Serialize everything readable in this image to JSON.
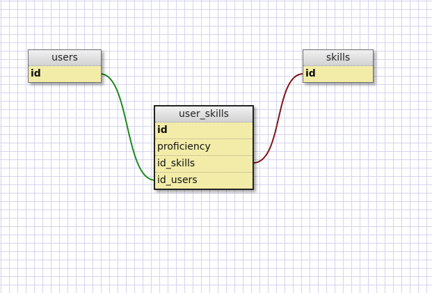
{
  "diagram": {
    "tables": {
      "users": {
        "name": "users",
        "fields": [
          {
            "name": "id",
            "primary": true
          }
        ]
      },
      "skills": {
        "name": "skills",
        "fields": [
          {
            "name": "id",
            "primary": true
          }
        ]
      },
      "user_skills": {
        "name": "user_skills",
        "fields": [
          {
            "name": "id",
            "primary": true
          },
          {
            "name": "proficiency",
            "primary": false
          },
          {
            "name": "id_skills",
            "primary": false
          },
          {
            "name": "id_users",
            "primary": false
          }
        ]
      }
    },
    "relations": [
      {
        "from": "user_skills.id_users",
        "to": "users.id",
        "color": "#1a8a1a"
      },
      {
        "from": "user_skills.id_skills",
        "to": "skills.id",
        "color": "#7d1414"
      }
    ],
    "colors": {
      "grid": "#d4d4ee",
      "table_body": "#f2eca8",
      "header": "#dcdcdc"
    }
  }
}
